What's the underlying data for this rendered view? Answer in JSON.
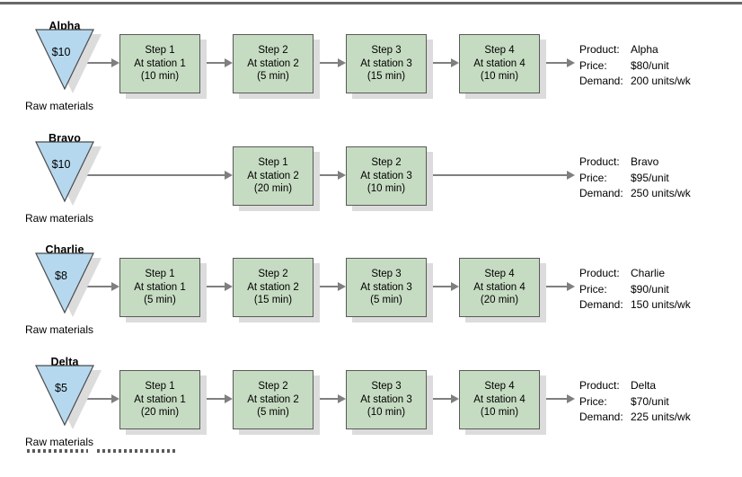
{
  "colors": {
    "box_fill": "#c6dcc2",
    "box_border": "#595959",
    "triangle_fill": "#b5d8ee",
    "triangle_border": "#4a4a4a",
    "shadow": "#dcdcdc",
    "arrow": "#7f7f7f",
    "top_rule": "#696969",
    "text": "#000000"
  },
  "rows": [
    {
      "label": "Alpha",
      "raw_cost": "$10",
      "raw_label": "Raw materials",
      "steps": [
        {
          "line1": "Step 1",
          "line2": "At station 1",
          "line3": "(10 min)"
        },
        {
          "line1": "Step 2",
          "line2": "At station 2",
          "line3": "(5 min)"
        },
        {
          "line1": "Step 3",
          "line2": "At station 3",
          "line3": "(15 min)"
        },
        {
          "line1": "Step 4",
          "line2": "At station 4",
          "line3": "(10 min)"
        }
      ],
      "info": {
        "product_label": "Product:",
        "product_value": "Alpha",
        "price_label": "Price:",
        "price_value": "$80/unit",
        "demand_label": "Demand:",
        "demand_value": "200 units/wk"
      }
    },
    {
      "label": "Bravo",
      "raw_cost": "$10",
      "raw_label": "Raw materials",
      "steps": [
        {
          "line1": "Step 1",
          "line2": "At station 2",
          "line3": "(20 min)"
        },
        {
          "line1": "Step 2",
          "line2": "At station 3",
          "line3": "(10 min)"
        }
      ],
      "info": {
        "product_label": "Product:",
        "product_value": "Bravo",
        "price_label": "Price:",
        "price_value": "$95/unit",
        "demand_label": "Demand:",
        "demand_value": "250 units/wk"
      }
    },
    {
      "label": "Charlie",
      "raw_cost": "$8",
      "raw_label": "Raw materials",
      "steps": [
        {
          "line1": "Step 1",
          "line2": "At station 1",
          "line3": "(5 min)"
        },
        {
          "line1": "Step 2",
          "line2": "At station 2",
          "line3": "(15 min)"
        },
        {
          "line1": "Step 3",
          "line2": "At station 3",
          "line3": "(5 min)"
        },
        {
          "line1": "Step 4",
          "line2": "At station 4",
          "line3": "(20 min)"
        }
      ],
      "info": {
        "product_label": "Product:",
        "product_value": "Charlie",
        "price_label": "Price:",
        "price_value": "$90/unit",
        "demand_label": "Demand:",
        "demand_value": "150 units/wk"
      }
    },
    {
      "label": "Delta",
      "raw_cost": "$5",
      "raw_label": "Raw materials",
      "steps": [
        {
          "line1": "Step 1",
          "line2": "At station 1",
          "line3": "(20 min)"
        },
        {
          "line1": "Step 2",
          "line2": "At station 2",
          "line3": "(5 min)"
        },
        {
          "line1": "Step 3",
          "line2": "At station 3",
          "line3": "(10 min)"
        },
        {
          "line1": "Step 4",
          "line2": "At station 4",
          "line3": "(10 min)"
        }
      ],
      "info": {
        "product_label": "Product:",
        "product_value": "Delta",
        "price_label": "Price:",
        "price_value": "$70/unit",
        "demand_label": "Demand:",
        "demand_value": "225 units/wk"
      }
    }
  ]
}
